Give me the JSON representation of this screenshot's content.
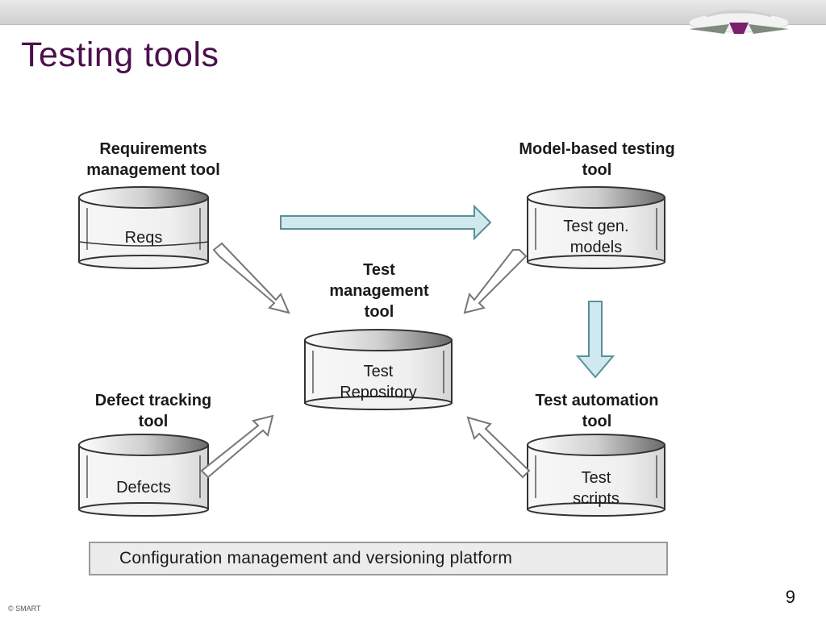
{
  "slide": {
    "title": "Testing tools",
    "page_number": "9"
  },
  "colors": {
    "title": "#4d0f4d",
    "arrow_fill": "#cfe9ee",
    "arrow_stroke": "#5a8f99",
    "logo_purple": "#7a1f6e"
  },
  "tools": {
    "requirements": {
      "label_line1": "Requirements",
      "label_line2": "management tool",
      "db_line1": "Reqs"
    },
    "model_based": {
      "label_line1": "Model-based testing",
      "label_line2": "tool",
      "db_line1": "Test gen.",
      "db_line2": "models"
    },
    "test_management": {
      "label_line1": "Test",
      "label_line2": "management",
      "label_line3": "tool",
      "db_line1": "Test",
      "db_line2": "Repository"
    },
    "defect_tracking": {
      "label_line1": "Defect tracking",
      "label_line2": "tool",
      "db_line1": "Defects"
    },
    "test_automation": {
      "label_line1": "Test automation",
      "label_line2": "tool",
      "db_line1": "Test",
      "db_line2": "scripts"
    }
  },
  "platform": {
    "label": "Configuration management and versioning platform"
  },
  "footer": {
    "copyright_symbol": "©",
    "owner": "SMART"
  }
}
